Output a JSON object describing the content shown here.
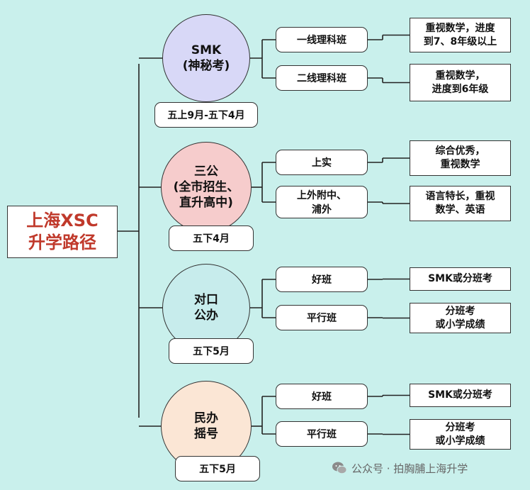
{
  "root": {
    "line1": "上海XSC",
    "line2": "升学路径"
  },
  "branches": [
    {
      "circle_lines": [
        "SMK",
        "(神秘考)"
      ],
      "circle_color": "#d8d8f7",
      "date": "五上9月-五下4月",
      "tracks": [
        {
          "name": "一线理科班",
          "desc": [
            "重视数学，进度",
            "到7、8年级以上"
          ]
        },
        {
          "name": "二线理科班",
          "desc": [
            "重视数学，",
            "进度到6年级"
          ]
        }
      ]
    },
    {
      "circle_lines": [
        "三公",
        "(全市招生、",
        "直升高中)"
      ],
      "circle_color": "#f6cccc",
      "date": "五下4月",
      "tracks": [
        {
          "name": "上实",
          "desc": [
            "综合优秀，",
            "重视数学"
          ]
        },
        {
          "name": "上外附中、\n浦外",
          "desc": [
            "语言特长，重视",
            "数学、英语"
          ]
        }
      ]
    },
    {
      "circle_lines": [
        "对口",
        "公办"
      ],
      "circle_color": "#c7ecec",
      "date": "五下5月",
      "tracks": [
        {
          "name": "好班",
          "desc": [
            "SMK或分班考"
          ]
        },
        {
          "name": "平行班",
          "desc": [
            "分班考",
            "或小学成绩"
          ]
        }
      ]
    },
    {
      "circle_lines": [
        "民办",
        "摇号"
      ],
      "circle_color": "#fbe6d5",
      "date": "五下5月",
      "tracks": [
        {
          "name": "好班",
          "desc": [
            "SMK或分班考"
          ]
        },
        {
          "name": "平行班",
          "desc": [
            "分班考",
            "或小学成绩"
          ]
        }
      ]
    }
  ],
  "footer": {
    "text": "公众号 · 拍胸脯上海升学",
    "icon": "wechat-icon"
  }
}
